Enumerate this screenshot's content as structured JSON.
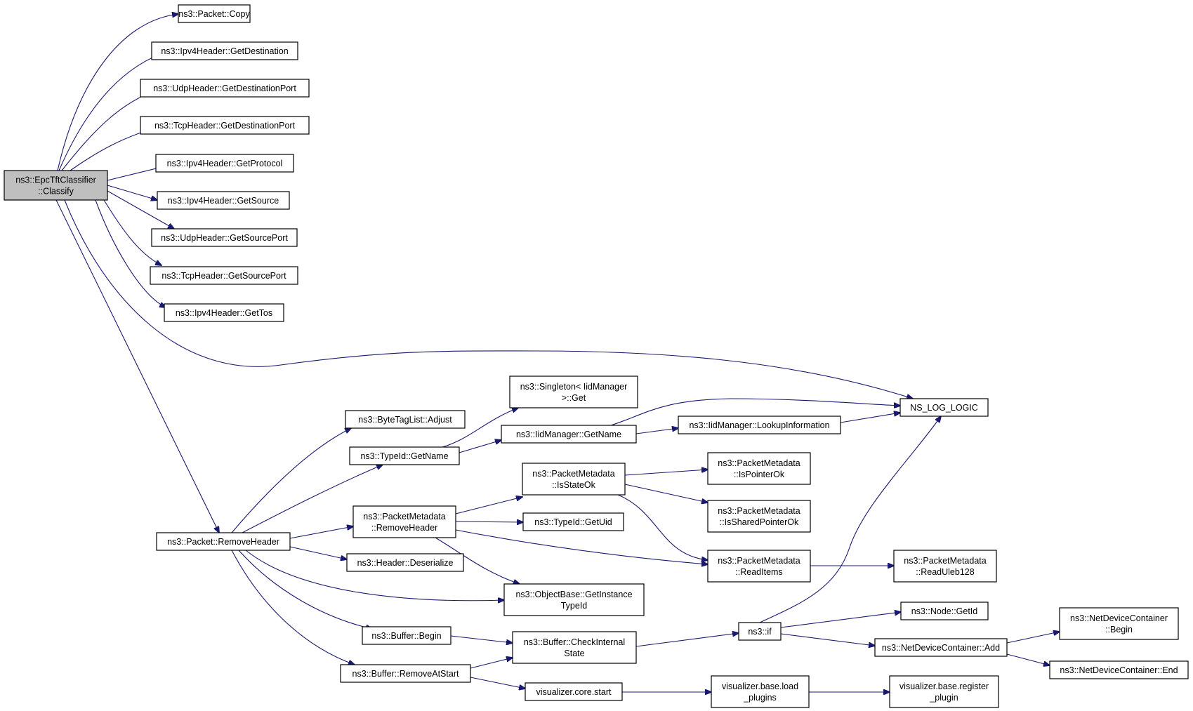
{
  "diagram": {
    "nodes": [
      {
        "id": "classify",
        "lines": [
          "ns3::EpcTftClassifier",
          "::Classify"
        ],
        "highlighted": true
      },
      {
        "id": "copy",
        "lines": [
          "ns3::Packet::Copy"
        ]
      },
      {
        "id": "ipv4_getdest",
        "lines": [
          "ns3::Ipv4Header::GetDestination"
        ]
      },
      {
        "id": "udp_getdestport",
        "lines": [
          "ns3::UdpHeader::GetDestinationPort"
        ]
      },
      {
        "id": "tcp_getdestport",
        "lines": [
          "ns3::TcpHeader::GetDestinationPort"
        ]
      },
      {
        "id": "ipv4_getprotocol",
        "lines": [
          "ns3::Ipv4Header::GetProtocol"
        ]
      },
      {
        "id": "ipv4_getsource",
        "lines": [
          "ns3::Ipv4Header::GetSource"
        ]
      },
      {
        "id": "udp_getsrcport",
        "lines": [
          "ns3::UdpHeader::GetSourcePort"
        ]
      },
      {
        "id": "tcp_getsrcport",
        "lines": [
          "ns3::TcpHeader::GetSourcePort"
        ]
      },
      {
        "id": "ipv4_gettos",
        "lines": [
          "ns3::Ipv4Header::GetTos"
        ]
      },
      {
        "id": "ns_log_logic",
        "lines": [
          "NS_LOG_LOGIC"
        ]
      },
      {
        "id": "singleton_get",
        "lines": [
          "ns3::Singleton< IidManager",
          ">::Get"
        ]
      },
      {
        "id": "bytetaglist_adjust",
        "lines": [
          "ns3::ByteTagList::Adjust"
        ]
      },
      {
        "id": "iidmanager_getname",
        "lines": [
          "ns3::IidManager::GetName"
        ]
      },
      {
        "id": "iidmanager_lookup",
        "lines": [
          "ns3::IidManager::LookupInformation"
        ]
      },
      {
        "id": "typeid_getname",
        "lines": [
          "ns3::TypeId::GetName"
        ]
      },
      {
        "id": "pm_isstateok",
        "lines": [
          "ns3::PacketMetadata",
          "::IsStateOk"
        ]
      },
      {
        "id": "pm_ispointerok",
        "lines": [
          "ns3::PacketMetadata",
          "::IsPointerOk"
        ]
      },
      {
        "id": "pm_removeheader",
        "lines": [
          "ns3::PacketMetadata",
          "::RemoveHeader"
        ]
      },
      {
        "id": "pm_issharedpointerok",
        "lines": [
          "ns3::PacketMetadata",
          "::IsSharedPointerOk"
        ]
      },
      {
        "id": "typeid_getuid",
        "lines": [
          "ns3::TypeId::GetUid"
        ]
      },
      {
        "id": "packet_removeheader",
        "lines": [
          "ns3::Packet::RemoveHeader"
        ]
      },
      {
        "id": "pm_readitems",
        "lines": [
          "ns3::PacketMetadata",
          "::ReadItems"
        ]
      },
      {
        "id": "pm_readuleb128",
        "lines": [
          "ns3::PacketMetadata",
          "::ReadUleb128"
        ]
      },
      {
        "id": "header_deserialize",
        "lines": [
          "ns3::Header::Deserialize"
        ]
      },
      {
        "id": "objectbase_getinstancetypeid",
        "lines": [
          "ns3::ObjectBase::GetInstance",
          "TypeId"
        ]
      },
      {
        "id": "node_getid",
        "lines": [
          "ns3::Node::GetId"
        ]
      },
      {
        "id": "ndc_begin",
        "lines": [
          "ns3::NetDeviceContainer",
          "::Begin"
        ]
      },
      {
        "id": "buffer_begin",
        "lines": [
          "ns3::Buffer::Begin"
        ]
      },
      {
        "id": "ns3_if",
        "lines": [
          "ns3::if"
        ]
      },
      {
        "id": "buffer_checkinternalstate",
        "lines": [
          "ns3::Buffer::CheckInternal",
          "State"
        ]
      },
      {
        "id": "ndc_add",
        "lines": [
          "ns3::NetDeviceContainer::Add"
        ]
      },
      {
        "id": "ndc_end",
        "lines": [
          "ns3::NetDeviceContainer::End"
        ]
      },
      {
        "id": "buffer_removeatstart",
        "lines": [
          "ns3::Buffer::RemoveAtStart"
        ]
      },
      {
        "id": "vis_base_load_plugins",
        "lines": [
          "visualizer.base.load",
          "_plugins"
        ]
      },
      {
        "id": "vis_base_register_plugin",
        "lines": [
          "visualizer.base.register",
          "_plugin"
        ]
      },
      {
        "id": "vis_core_start",
        "lines": [
          "visualizer.core.start"
        ]
      }
    ],
    "edges": [
      [
        "classify",
        "copy"
      ],
      [
        "classify",
        "ipv4_getdest"
      ],
      [
        "classify",
        "udp_getdestport"
      ],
      [
        "classify",
        "tcp_getdestport"
      ],
      [
        "classify",
        "ipv4_getprotocol"
      ],
      [
        "classify",
        "ipv4_getsource"
      ],
      [
        "classify",
        "udp_getsrcport"
      ],
      [
        "classify",
        "tcp_getsrcport"
      ],
      [
        "classify",
        "ipv4_gettos"
      ],
      [
        "classify",
        "ns_log_logic"
      ],
      [
        "classify",
        "packet_removeheader"
      ],
      [
        "packet_removeheader",
        "bytetaglist_adjust"
      ],
      [
        "packet_removeheader",
        "typeid_getname"
      ],
      [
        "packet_removeheader",
        "pm_removeheader"
      ],
      [
        "packet_removeheader",
        "header_deserialize"
      ],
      [
        "packet_removeheader",
        "objectbase_getinstancetypeid"
      ],
      [
        "packet_removeheader",
        "buffer_begin"
      ],
      [
        "packet_removeheader",
        "buffer_removeatstart"
      ],
      [
        "typeid_getname",
        "singleton_get"
      ],
      [
        "typeid_getname",
        "iidmanager_getname"
      ],
      [
        "iidmanager_getname",
        "ns_log_logic"
      ],
      [
        "iidmanager_getname",
        "iidmanager_lookup"
      ],
      [
        "iidmanager_lookup",
        "ns_log_logic"
      ],
      [
        "pm_removeheader",
        "pm_isstateok"
      ],
      [
        "pm_removeheader",
        "typeid_getuid"
      ],
      [
        "pm_removeheader",
        "pm_readitems"
      ],
      [
        "pm_removeheader",
        "objectbase_getinstancetypeid"
      ],
      [
        "pm_isstateok",
        "pm_ispointerok"
      ],
      [
        "pm_isstateok",
        "pm_issharedpointerok"
      ],
      [
        "pm_isstateok",
        "pm_readitems"
      ],
      [
        "pm_readitems",
        "pm_readuleb128"
      ],
      [
        "buffer_begin",
        "buffer_checkinternalstate"
      ],
      [
        "buffer_removeatstart",
        "buffer_checkinternalstate"
      ],
      [
        "buffer_removeatstart",
        "vis_core_start"
      ],
      [
        "buffer_checkinternalstate",
        "ns3_if"
      ],
      [
        "ns3_if",
        "ns_log_logic"
      ],
      [
        "ns3_if",
        "node_getid"
      ],
      [
        "ns3_if",
        "ndc_add"
      ],
      [
        "ndc_add",
        "ndc_begin"
      ],
      [
        "ndc_add",
        "ndc_end"
      ],
      [
        "vis_core_start",
        "vis_base_load_plugins"
      ],
      [
        "vis_base_load_plugins",
        "vis_base_register_plugin"
      ]
    ]
  }
}
